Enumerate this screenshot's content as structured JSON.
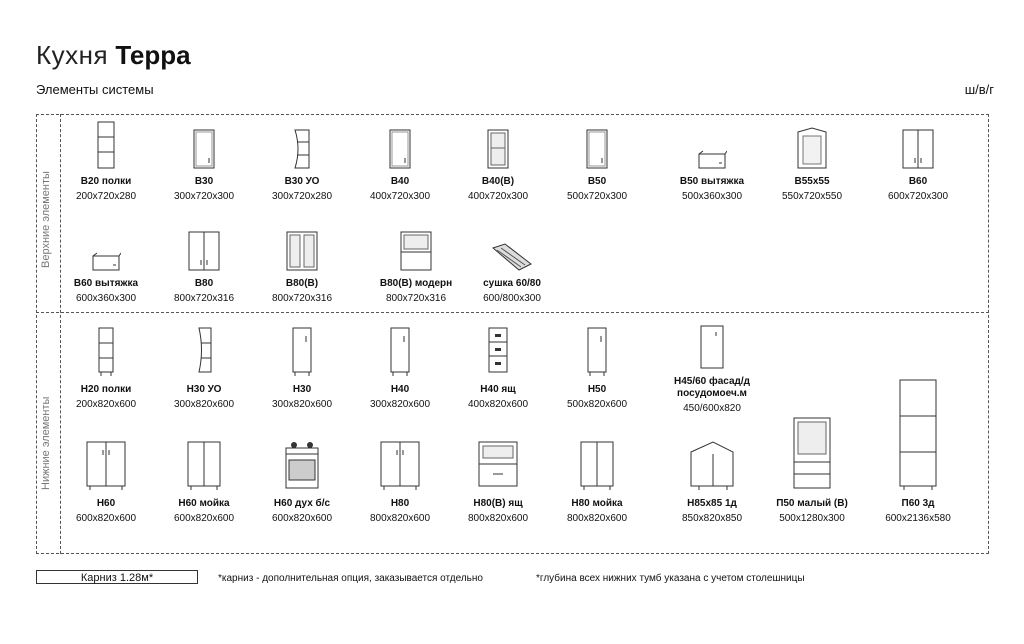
{
  "header": {
    "title_light": "Кухня",
    "title_bold": "Терра",
    "subtitle": "Элементы системы",
    "units": "ш/в/г"
  },
  "sections": {
    "upper_label": "Верхние элементы",
    "lower_label": "Нижние элементы"
  },
  "upper_row1": [
    {
      "name": "В20 полки",
      "size": "200x720x280",
      "icon": "open-shelf-cabinet"
    },
    {
      "name": "В30",
      "size": "300x720x300",
      "icon": "wall-cabinet"
    },
    {
      "name": "В30 УО",
      "size": "300x720x280",
      "icon": "end-shelf-cabinet"
    },
    {
      "name": "В40",
      "size": "400x720x300",
      "icon": "wall-cabinet"
    },
    {
      "name": "В40(В)",
      "size": "400x720x300",
      "icon": "glass-wall-cabinet"
    },
    {
      "name": "В50",
      "size": "500x720x300",
      "icon": "wall-cabinet"
    },
    {
      "name": "В50 вытяжка",
      "size": "500x360x300",
      "icon": "hood-cabinet"
    },
    {
      "name": "В55x55",
      "size": "550x720x550",
      "icon": "corner-wall-cabinet"
    },
    {
      "name": "В60",
      "size": "600x720x300",
      "icon": "double-wall-cabinet"
    }
  ],
  "upper_row2": [
    {
      "name": "В60 вытяжка",
      "size": "600x360x300",
      "icon": "hood-cabinet"
    },
    {
      "name": "В80",
      "size": "800x720x316",
      "icon": "double-wall-cabinet"
    },
    {
      "name": "В80(В)",
      "size": "800x720x316",
      "icon": "double-glass-cabinet"
    },
    {
      "name": "В80(В) модерн",
      "size": "800x720x316",
      "icon": "modern-glass-cabinet"
    },
    {
      "name": "сушка 60/80",
      "size": "600/800x300",
      "icon": "dish-dryer"
    }
  ],
  "lower_row1": [
    {
      "name": "Н20 полки",
      "size": "200x820x600",
      "icon": "open-shelf-base"
    },
    {
      "name": "Н30 УО",
      "size": "300x820x600",
      "icon": "end-shelf-base"
    },
    {
      "name": "Н30",
      "size": "300x820x600",
      "icon": "base-cabinet"
    },
    {
      "name": "Н40",
      "size": "300x820x600",
      "icon": "base-cabinet"
    },
    {
      "name": "Н40 ящ",
      "size": "400x820x600",
      "icon": "drawer-base"
    },
    {
      "name": "Н50",
      "size": "500x820x600",
      "icon": "base-cabinet"
    },
    {
      "name": "Н45/60 фасад/д посудомоеч.м",
      "size": "450/600x820",
      "icon": "dishwasher-facade"
    }
  ],
  "lower_row2": [
    {
      "name": "Н60",
      "size": "600x820x600",
      "icon": "double-base-cabinet"
    },
    {
      "name": "Н60 мойка",
      "size": "600x820x600",
      "icon": "sink-base"
    },
    {
      "name": "Н60 дух б/с",
      "size": "600x820x600",
      "icon": "oven-stove"
    },
    {
      "name": "Н80",
      "size": "800x820x600",
      "icon": "double-base-cabinet"
    },
    {
      "name": "Н80(В) ящ",
      "size": "800x820x600",
      "icon": "drawer-glass-base"
    },
    {
      "name": "Н80 мойка",
      "size": "800x820x600",
      "icon": "sink-base"
    },
    {
      "name": "Н85x85 1д",
      "size": "850x820x850",
      "icon": "corner-base"
    },
    {
      "name": "П50 малый (В)",
      "size": "500x1280x300",
      "icon": "tall-glass-cabinet"
    },
    {
      "name": "П60 3д",
      "size": "600x2136x580",
      "icon": "tall-cabinet"
    }
  ],
  "footer": {
    "cornice": "Карниз 1.28м*",
    "note1": "*карниз - дополнительная опция, заказывается отдельно",
    "note2": "*глубина всех нижних тумб указана с учетом столешницы"
  }
}
